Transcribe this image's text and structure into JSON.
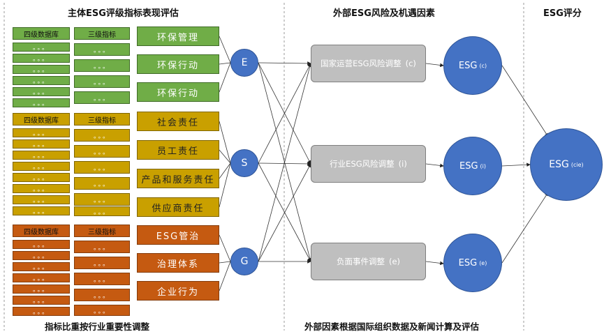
{
  "sections": {
    "left_title": "主体ESG评级指标表现评估",
    "mid_title": "外部ESG风险及机遇因素",
    "right_title": "ESG评分",
    "left_footer": "指标比重按行业重要性调整",
    "mid_footer": "外部因素根据国际组织数据及新闻计算及评估"
  },
  "groups": [
    {
      "db_label": "四级数据库",
      "l3_label": "三级指标",
      "dots": "。。。",
      "indicators": [
        "环保管理",
        "环保行动",
        "环保行动"
      ],
      "circle": "E",
      "color": "#70ad47"
    },
    {
      "db_label": "四级数据库",
      "l3_label": "三级指标",
      "dots": "。。。",
      "indicators": [
        "社会责任",
        "员工责任",
        "产品和服务责任",
        "供应商责任"
      ],
      "circle": "S",
      "color": "#c9a000"
    },
    {
      "db_label": "四级数据库",
      "l3_label": "三级指标",
      "dots": "。。。",
      "indicators": [
        "ESG管治",
        "治理体系",
        "企业行为"
      ],
      "circle": "G",
      "color": "#c55a11"
    }
  ],
  "adjustments": [
    {
      "label": "国家运营ESG风险调整",
      "tag": "(c)",
      "score": "ESG",
      "sub": "(c)"
    },
    {
      "label": "行业ESG风险调整",
      "tag": "(i)",
      "score": "ESG",
      "sub": "(i)"
    },
    {
      "label": "负面事件调整",
      "tag": "(e)",
      "score": "ESG",
      "sub": "(e)"
    }
  ],
  "final": {
    "label": "ESG",
    "sub": "(cie)"
  }
}
